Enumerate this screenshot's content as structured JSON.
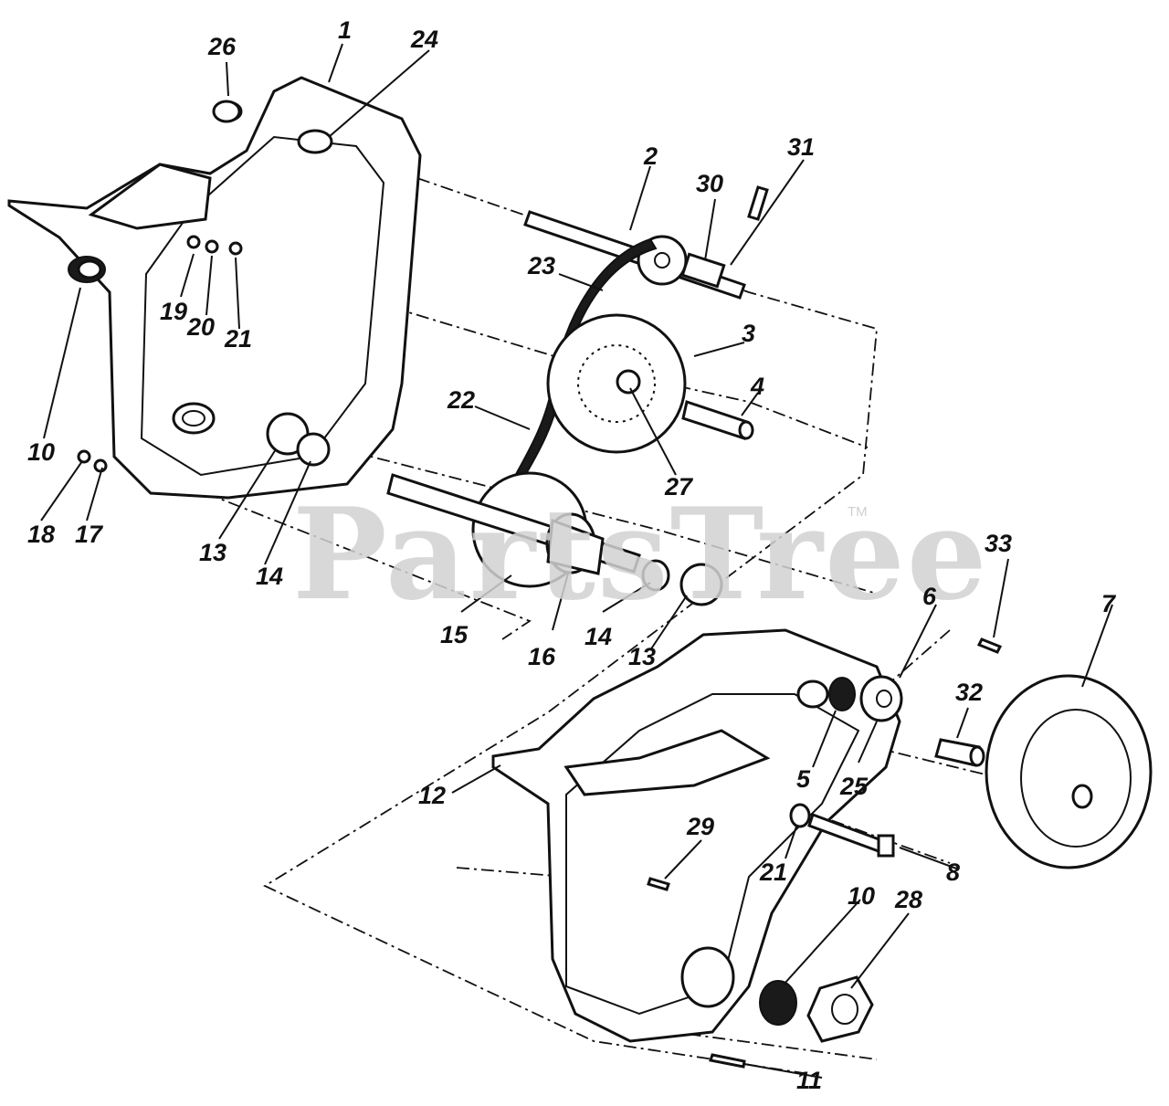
{
  "watermark": {
    "text": "PartsTree",
    "tm": "TM"
  },
  "callouts": [
    {
      "id": "c1",
      "label": "1"
    },
    {
      "id": "c2",
      "label": "2"
    },
    {
      "id": "c3",
      "label": "3"
    },
    {
      "id": "c4",
      "label": "4"
    },
    {
      "id": "c5",
      "label": "5"
    },
    {
      "id": "c6",
      "label": "6"
    },
    {
      "id": "c7",
      "label": "7"
    },
    {
      "id": "c8",
      "label": "8"
    },
    {
      "id": "c10a",
      "label": "10"
    },
    {
      "id": "c10b",
      "label": "10"
    },
    {
      "id": "c11",
      "label": "11"
    },
    {
      "id": "c12",
      "label": "12"
    },
    {
      "id": "c13a",
      "label": "13"
    },
    {
      "id": "c13b",
      "label": "13"
    },
    {
      "id": "c14a",
      "label": "14"
    },
    {
      "id": "c14b",
      "label": "14"
    },
    {
      "id": "c15",
      "label": "15"
    },
    {
      "id": "c16",
      "label": "16"
    },
    {
      "id": "c17",
      "label": "17"
    },
    {
      "id": "c18",
      "label": "18"
    },
    {
      "id": "c19",
      "label": "19"
    },
    {
      "id": "c20",
      "label": "20"
    },
    {
      "id": "c21a",
      "label": "21"
    },
    {
      "id": "c21b",
      "label": "21"
    },
    {
      "id": "c22",
      "label": "22"
    },
    {
      "id": "c23",
      "label": "23"
    },
    {
      "id": "c24",
      "label": "24"
    },
    {
      "id": "c25",
      "label": "25"
    },
    {
      "id": "c26",
      "label": "26"
    },
    {
      "id": "c27",
      "label": "27"
    },
    {
      "id": "c28",
      "label": "28"
    },
    {
      "id": "c29",
      "label": "29"
    },
    {
      "id": "c30",
      "label": "30"
    },
    {
      "id": "c31",
      "label": "31"
    },
    {
      "id": "c32",
      "label": "32"
    },
    {
      "id": "c33",
      "label": "33"
    }
  ]
}
